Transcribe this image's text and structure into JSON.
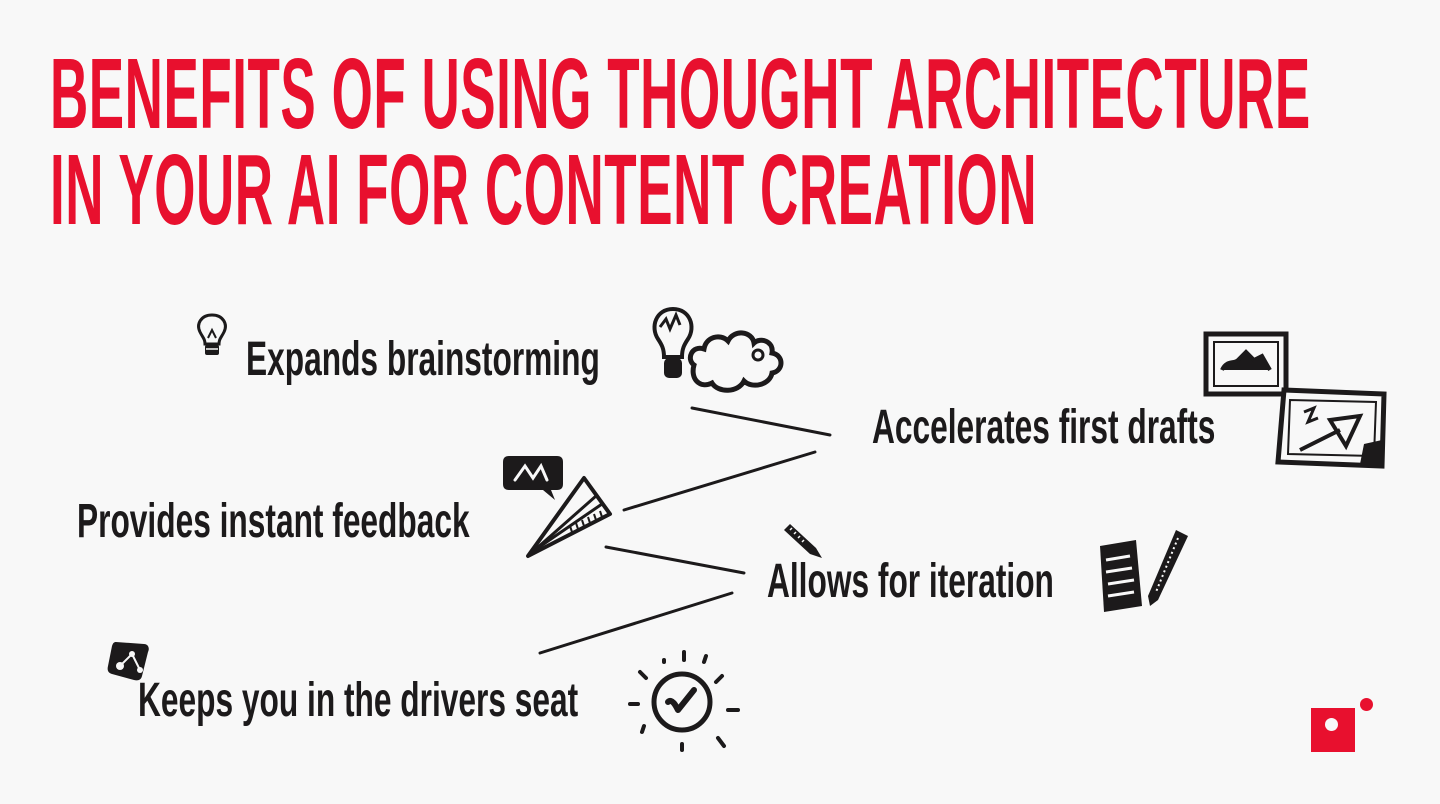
{
  "title": {
    "line1": "BENEFITS OF USING THOUGHT ARCHITECTURE",
    "line2": "IN YOUR AI FOR CONTENT CREATION"
  },
  "benefits": [
    {
      "label": "Expands brainstorming",
      "icons": [
        "small-lightbulb-icon",
        "lightbulb-cloud-icon"
      ]
    },
    {
      "label": "Accelerates first drafts",
      "icons": [
        "picture-frames-icon"
      ]
    },
    {
      "label": "Provides instant feedback",
      "icons": [
        "chat-bubble-icon",
        "paper-plane-icon"
      ]
    },
    {
      "label": "Allows for iteration",
      "icons": [
        "small-pencil-icon",
        "notepad-pencil-icon"
      ]
    },
    {
      "label": "Keeps you in the drivers seat",
      "icons": [
        "share-node-icon",
        "checkmark-badge-icon"
      ]
    }
  ],
  "colors": {
    "accent": "#e8102e",
    "text": "#1c1a1b",
    "background": "#f8f8f8"
  }
}
